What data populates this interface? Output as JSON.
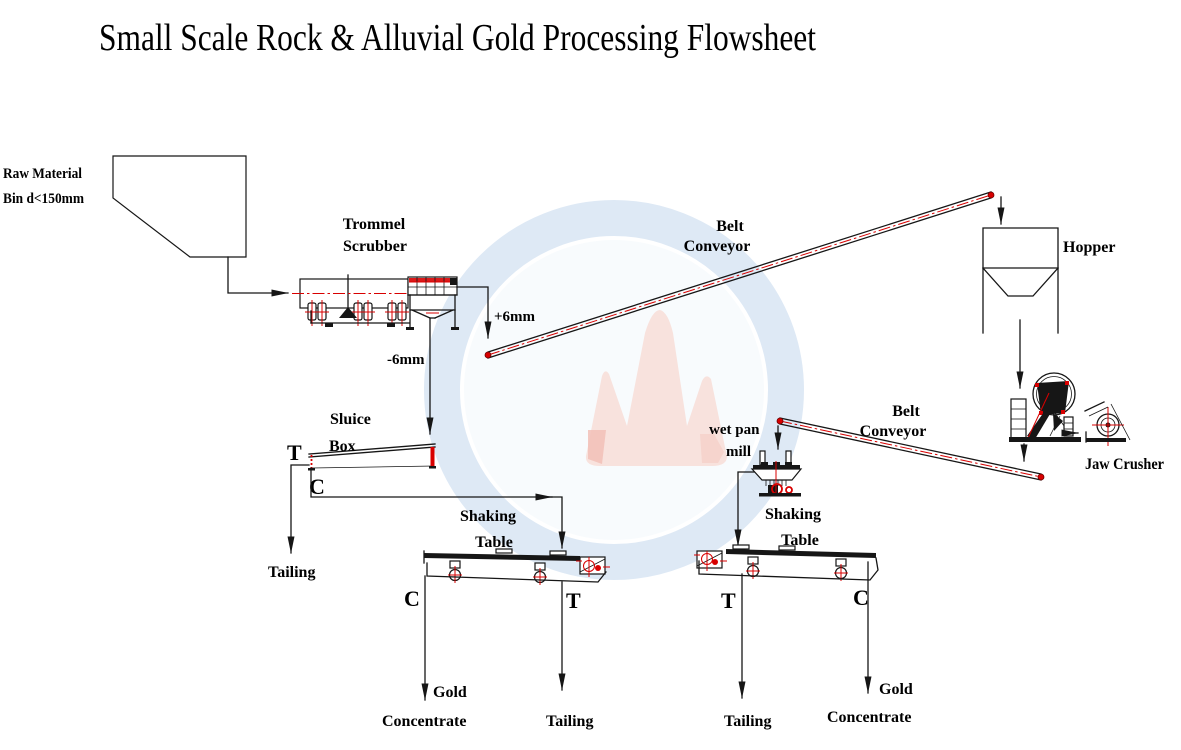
{
  "title": "Small Scale Rock & Alluvial Gold Processing Flowsheet",
  "colors": {
    "line": "#161616",
    "accent_red": "#d80000",
    "watermark_ring_blue": "#dee9f5",
    "watermark_crown_pink": "#f8e2dd"
  },
  "equipment": {
    "raw_bin": {
      "label_line1": "Raw Material",
      "label_line2": "Bin d<150mm"
    },
    "trommel": {
      "label_line1": "Trommel",
      "label_line2": "Scrubber"
    },
    "belt_conveyor_1": {
      "label_line1": "Belt",
      "label_line2": "Conveyor"
    },
    "hopper": {
      "label": "Hopper"
    },
    "jaw_crusher": {
      "label": "Jaw Crusher"
    },
    "belt_conveyor_2": {
      "label_line1": "Belt",
      "label_line2": "Conveyor"
    },
    "wet_pan_mill": {
      "label_line1": "wet pan",
      "label_line2": "mill"
    },
    "sluice_box": {
      "label_line1": "Sluice",
      "label_line2": "Box",
      "tailing_branch": "T",
      "concentrate_branch": "C"
    },
    "shaking_table_1": {
      "label_line1": "Shaking",
      "label_line2": "Table",
      "concentrate_branch": "C",
      "tailing_branch": "T"
    },
    "shaking_table_2": {
      "label_line1": "Shaking",
      "label_line2": "Table",
      "tailing_branch": "T",
      "concentrate_branch": "C"
    }
  },
  "streams": {
    "oversize": "+6mm",
    "undersize": "-6mm",
    "sluice_tailing": "Tailing",
    "table1_concentrate_line1": "Gold",
    "table1_concentrate_line2": "Concentrate",
    "table1_tailing": "Tailing",
    "table2_tailing": "Tailing",
    "table2_concentrate_line1": "Gold",
    "table2_concentrate_line2": "Concentrate"
  }
}
